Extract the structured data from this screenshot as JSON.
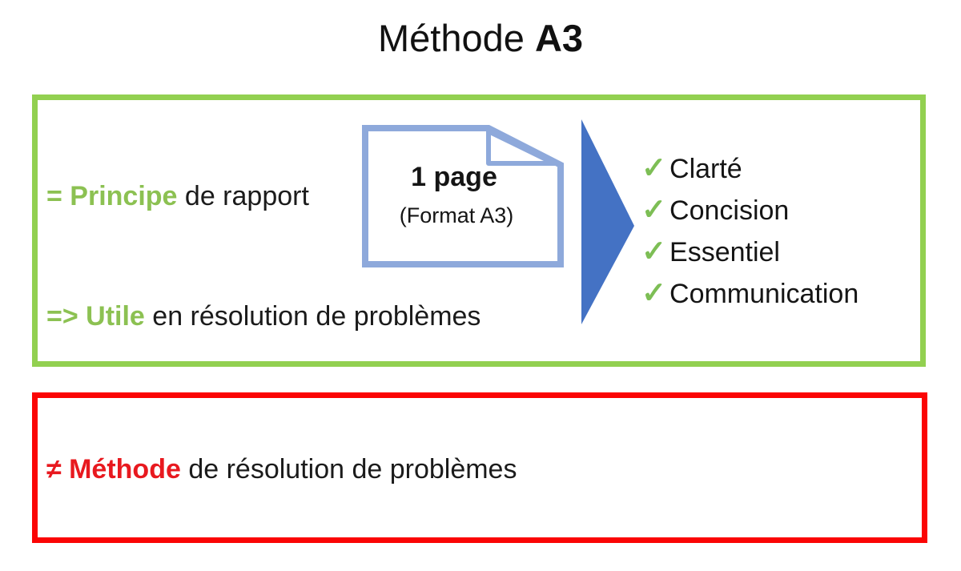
{
  "title": {
    "regular": "Méthode ",
    "bold": "A3"
  },
  "colors": {
    "green_border": "#92D050",
    "green_text": "#8CC152",
    "check_green": "#7DBE55",
    "red_border": "#FB0505",
    "red_text": "#E8191F",
    "arrow_blue": "#4472C4",
    "page_outline": "#8EA9DB",
    "text_black": "#1b1b1b"
  },
  "green_box": {
    "principle_line": {
      "highlight": "= Principe",
      "rest": " de rapport"
    },
    "page_icon": {
      "title": "1 page",
      "subtitle": "(Format A3)"
    },
    "check_glyph": "✓",
    "benefits": [
      "Clarté",
      "Concision",
      "Essentiel",
      "Communication"
    ],
    "utile_line": {
      "highlight": "=> Utile",
      "rest": " en résolution de problèmes"
    }
  },
  "red_box": {
    "line": {
      "highlight": "≠ Méthode",
      "rest": " de résolution de problèmes"
    }
  }
}
